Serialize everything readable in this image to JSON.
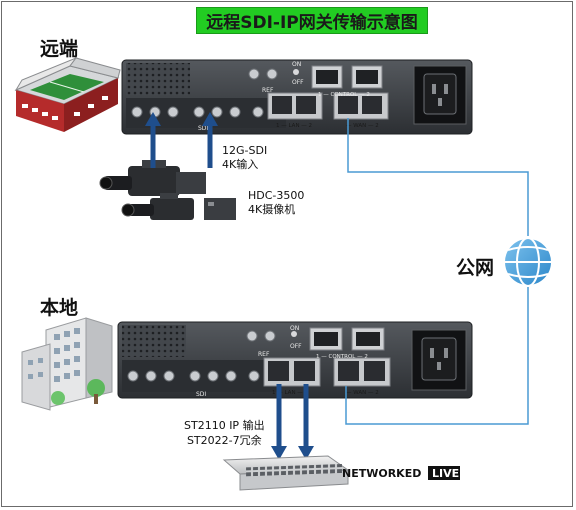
{
  "title": "远程SDI-IP网关传输示意图",
  "remote": {
    "label": "远端"
  },
  "local": {
    "label": "本地"
  },
  "public_net": {
    "label": "公网"
  },
  "camera_input": {
    "line1": "12G-SDI",
    "line2": "4K输入"
  },
  "camera": {
    "line1": "HDC-3500",
    "line2": "4K摄像机"
  },
  "ip_output": {
    "line1": "ST2110 IP 输出",
    "line2": "ST2022-7冗余"
  },
  "brand": {
    "text": "NETWORKED",
    "badge": "LIVE"
  },
  "device_labels": {
    "ref": "REF",
    "on": "ON",
    "off": "OFF",
    "control": "1 — CONTROL — 2",
    "lan": "1 — LAN — 2",
    "wan": "— WAN — 2",
    "sdi": "SDI"
  },
  "colors": {
    "title_bg": "#22cc22",
    "arrow_blue": "#1f4e8c",
    "link_blue": "#4a9ad4",
    "chassis": "#3a3d42"
  }
}
